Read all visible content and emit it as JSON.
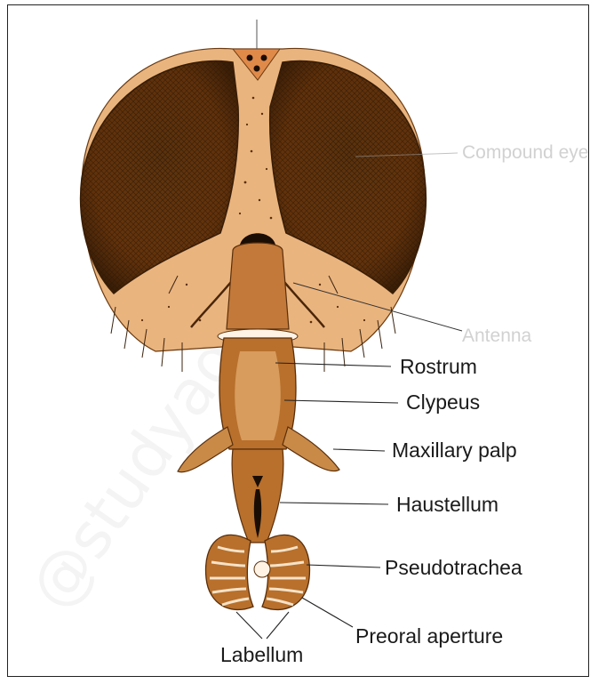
{
  "watermark": "@studyadda.com",
  "labels": {
    "compound_eye": "Compound eye",
    "antenna": "Antenna",
    "rostrum": "Rostrum",
    "clypeus": "Clypeus",
    "maxillary_palp": "Maxillary palp",
    "haustellum": "Haustellum",
    "pseudotrachea": "Pseudotrachea",
    "preoral_aperture": "Preoral aperture",
    "labellum": "Labellum"
  },
  "colors": {
    "eye_dark": "#3a1f08",
    "eye_mid": "#7a4412",
    "face": "#eab47e",
    "mouthparts": "#b8702c",
    "mouthparts_light": "#d9a066"
  }
}
